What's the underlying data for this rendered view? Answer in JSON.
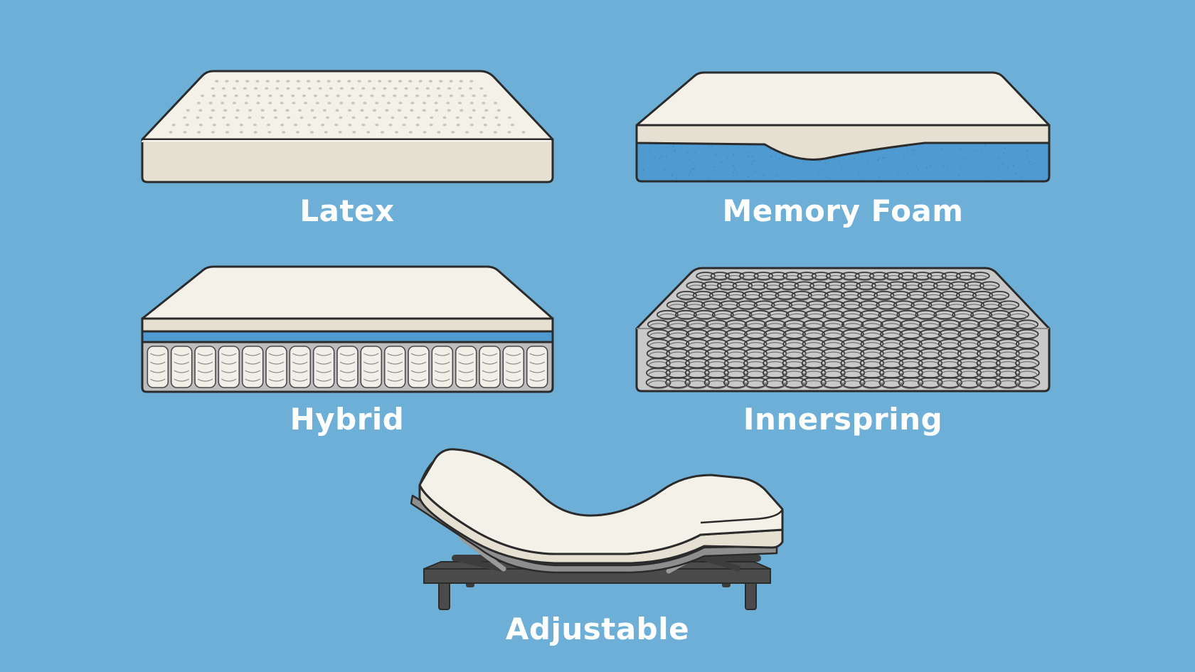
{
  "background_color": "#6dafd6",
  "mattresses": {
    "latex": {
      "label": "Latex",
      "icon": "latex-mattress-icon"
    },
    "memory_foam": {
      "label": "Memory Foam",
      "icon": "memory-foam-mattress-icon"
    },
    "hybrid": {
      "label": "Hybrid",
      "icon": "hybrid-mattress-icon"
    },
    "innerspring": {
      "label": "Innerspring",
      "icon": "innerspring-mattress-icon"
    },
    "adjustable": {
      "label": "Adjustable",
      "icon": "adjustable-bed-icon"
    }
  },
  "colors": {
    "cream": "#f4f1e8",
    "cream_side": "#e6e0d3",
    "foam_blue": "#4e9ad1",
    "outline": "#2b2b2b",
    "steel": "#4b4b4b",
    "coil_gray": "#bdbdbd"
  }
}
